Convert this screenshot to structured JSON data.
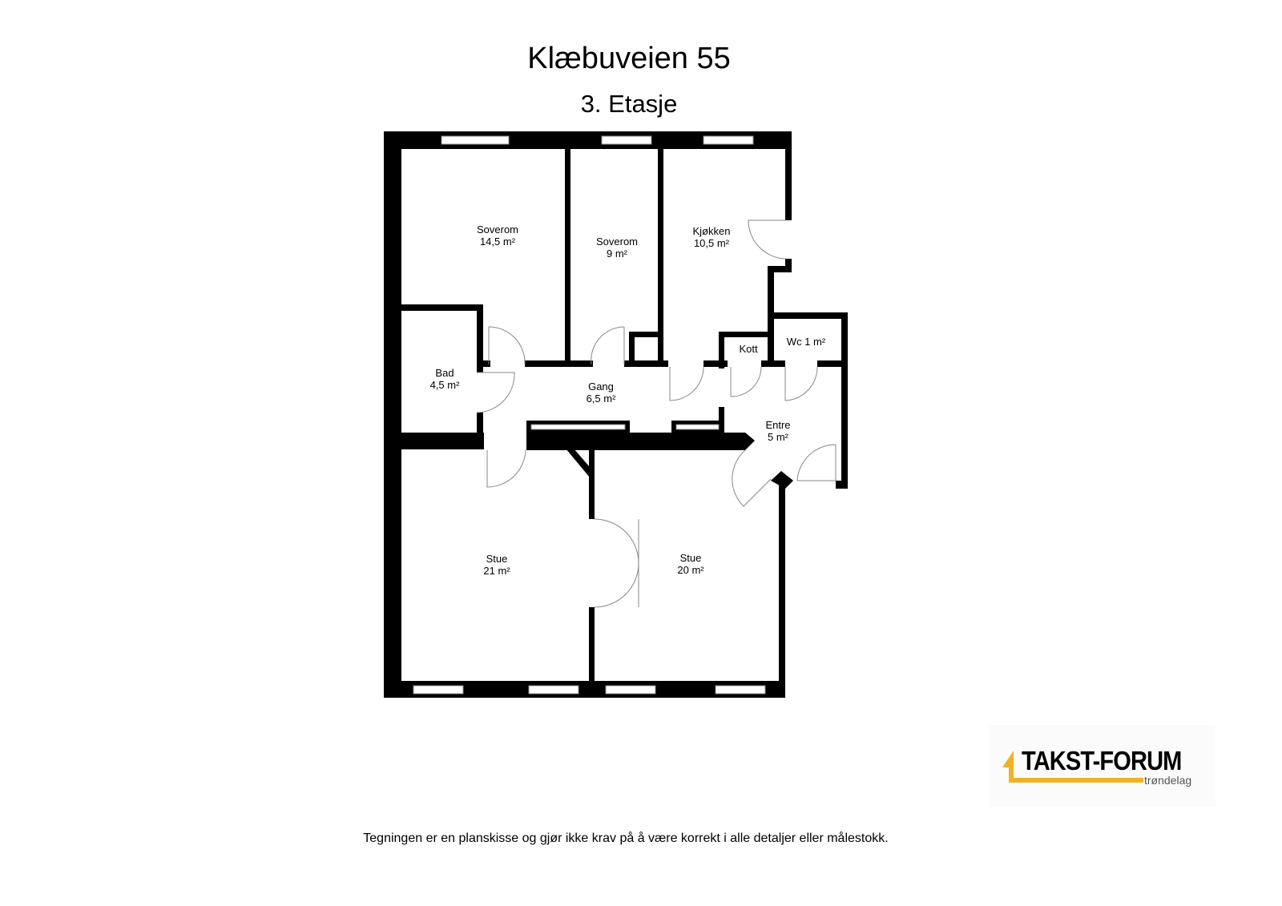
{
  "header": {
    "title": "Klæbuveien 55",
    "floor": "3. Etasje"
  },
  "rooms": [
    {
      "name": "Soverom",
      "area": "14,5 m²"
    },
    {
      "name": "Soverom",
      "area": "9 m²"
    },
    {
      "name": "Kjøkken",
      "area": "10,5 m²"
    },
    {
      "name": "Bad",
      "area": "4,5 m²"
    },
    {
      "name": "Gang",
      "area": "6,5 m²"
    },
    {
      "name": "Kott",
      "area": ""
    },
    {
      "name": "Wc 1 m²",
      "area": ""
    },
    {
      "name": "Entre",
      "area": "5 m²"
    },
    {
      "name": "Stue",
      "area": "21 m²"
    },
    {
      "name": "Stue",
      "area": "20 m²"
    }
  ],
  "logo": {
    "name": "TAKST-FORUM",
    "region": "trøndelag",
    "accent": "#f0b323"
  },
  "footer": {
    "disclaimer": "Tegningen er en planskisse og gjør ikke krav på å være korrekt i alle detaljer eller målestokk."
  },
  "colors": {
    "wall": "#000000",
    "door": "#888888"
  }
}
